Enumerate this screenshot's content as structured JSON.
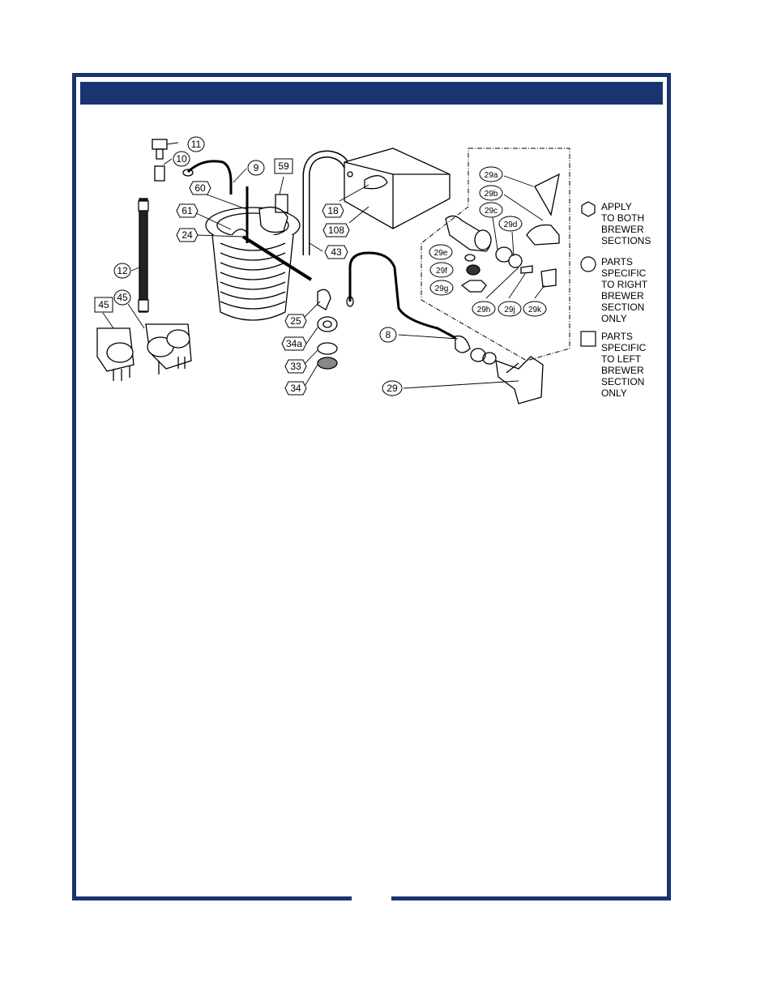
{
  "colors": {
    "frame": "#1a3472",
    "header": "#1a3472",
    "ink": "#000000"
  },
  "header": {
    "title": ""
  },
  "callouts": [
    "11",
    "10",
    "9",
    "59",
    "60",
    "61",
    "24",
    "12",
    "45",
    "45",
    "18",
    "108",
    "43",
    "25",
    "34a",
    "33",
    "34",
    "8",
    "29",
    "29a",
    "29b",
    "29c",
    "29d",
    "29e",
    "29f",
    "29g",
    "29h",
    "29j",
    "29k"
  ],
  "legend": {
    "both": "APPLY\nTO BOTH\nBREWER\nSECTIONS",
    "right": "PARTS\nSPECIFIC\nTO RIGHT\nBREWER\nSECTION\nONLY",
    "left": "PARTS\nSPECIFIC\nTO LEFT\nBREWER\nSECTION\nONLY"
  },
  "icons": {
    "both": "hexagon-icon",
    "right": "circle-icon",
    "left": "square-icon"
  }
}
